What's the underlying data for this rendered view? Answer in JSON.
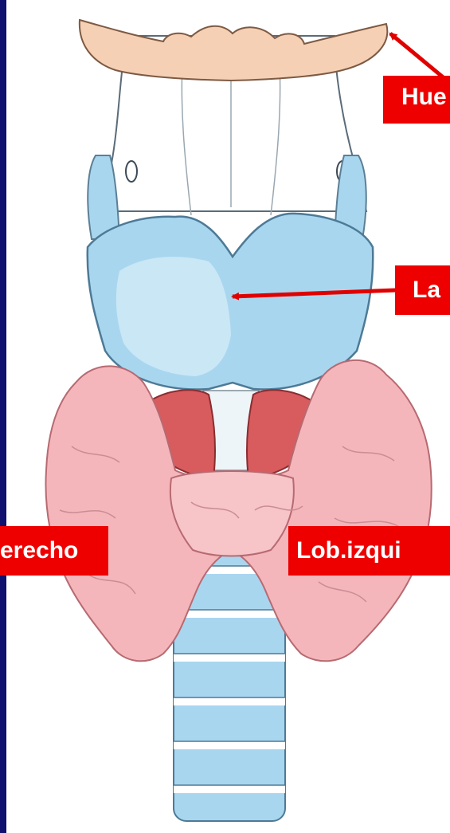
{
  "labels": {
    "hueso": "Hue",
    "laringe": "La",
    "lobulo_derecho": "erecho",
    "lobulo_izquierdo": "Lob.izqui"
  },
  "colors": {
    "frame": "#10106e",
    "label_background": "#ee0000",
    "label_text": "#ffffff",
    "arrow": "#e00000",
    "hyoid": "#f6d0b4",
    "cartilage": "#a9d6ef",
    "thyroid": "#f4b6bb",
    "muscle": "#d85b5e"
  }
}
